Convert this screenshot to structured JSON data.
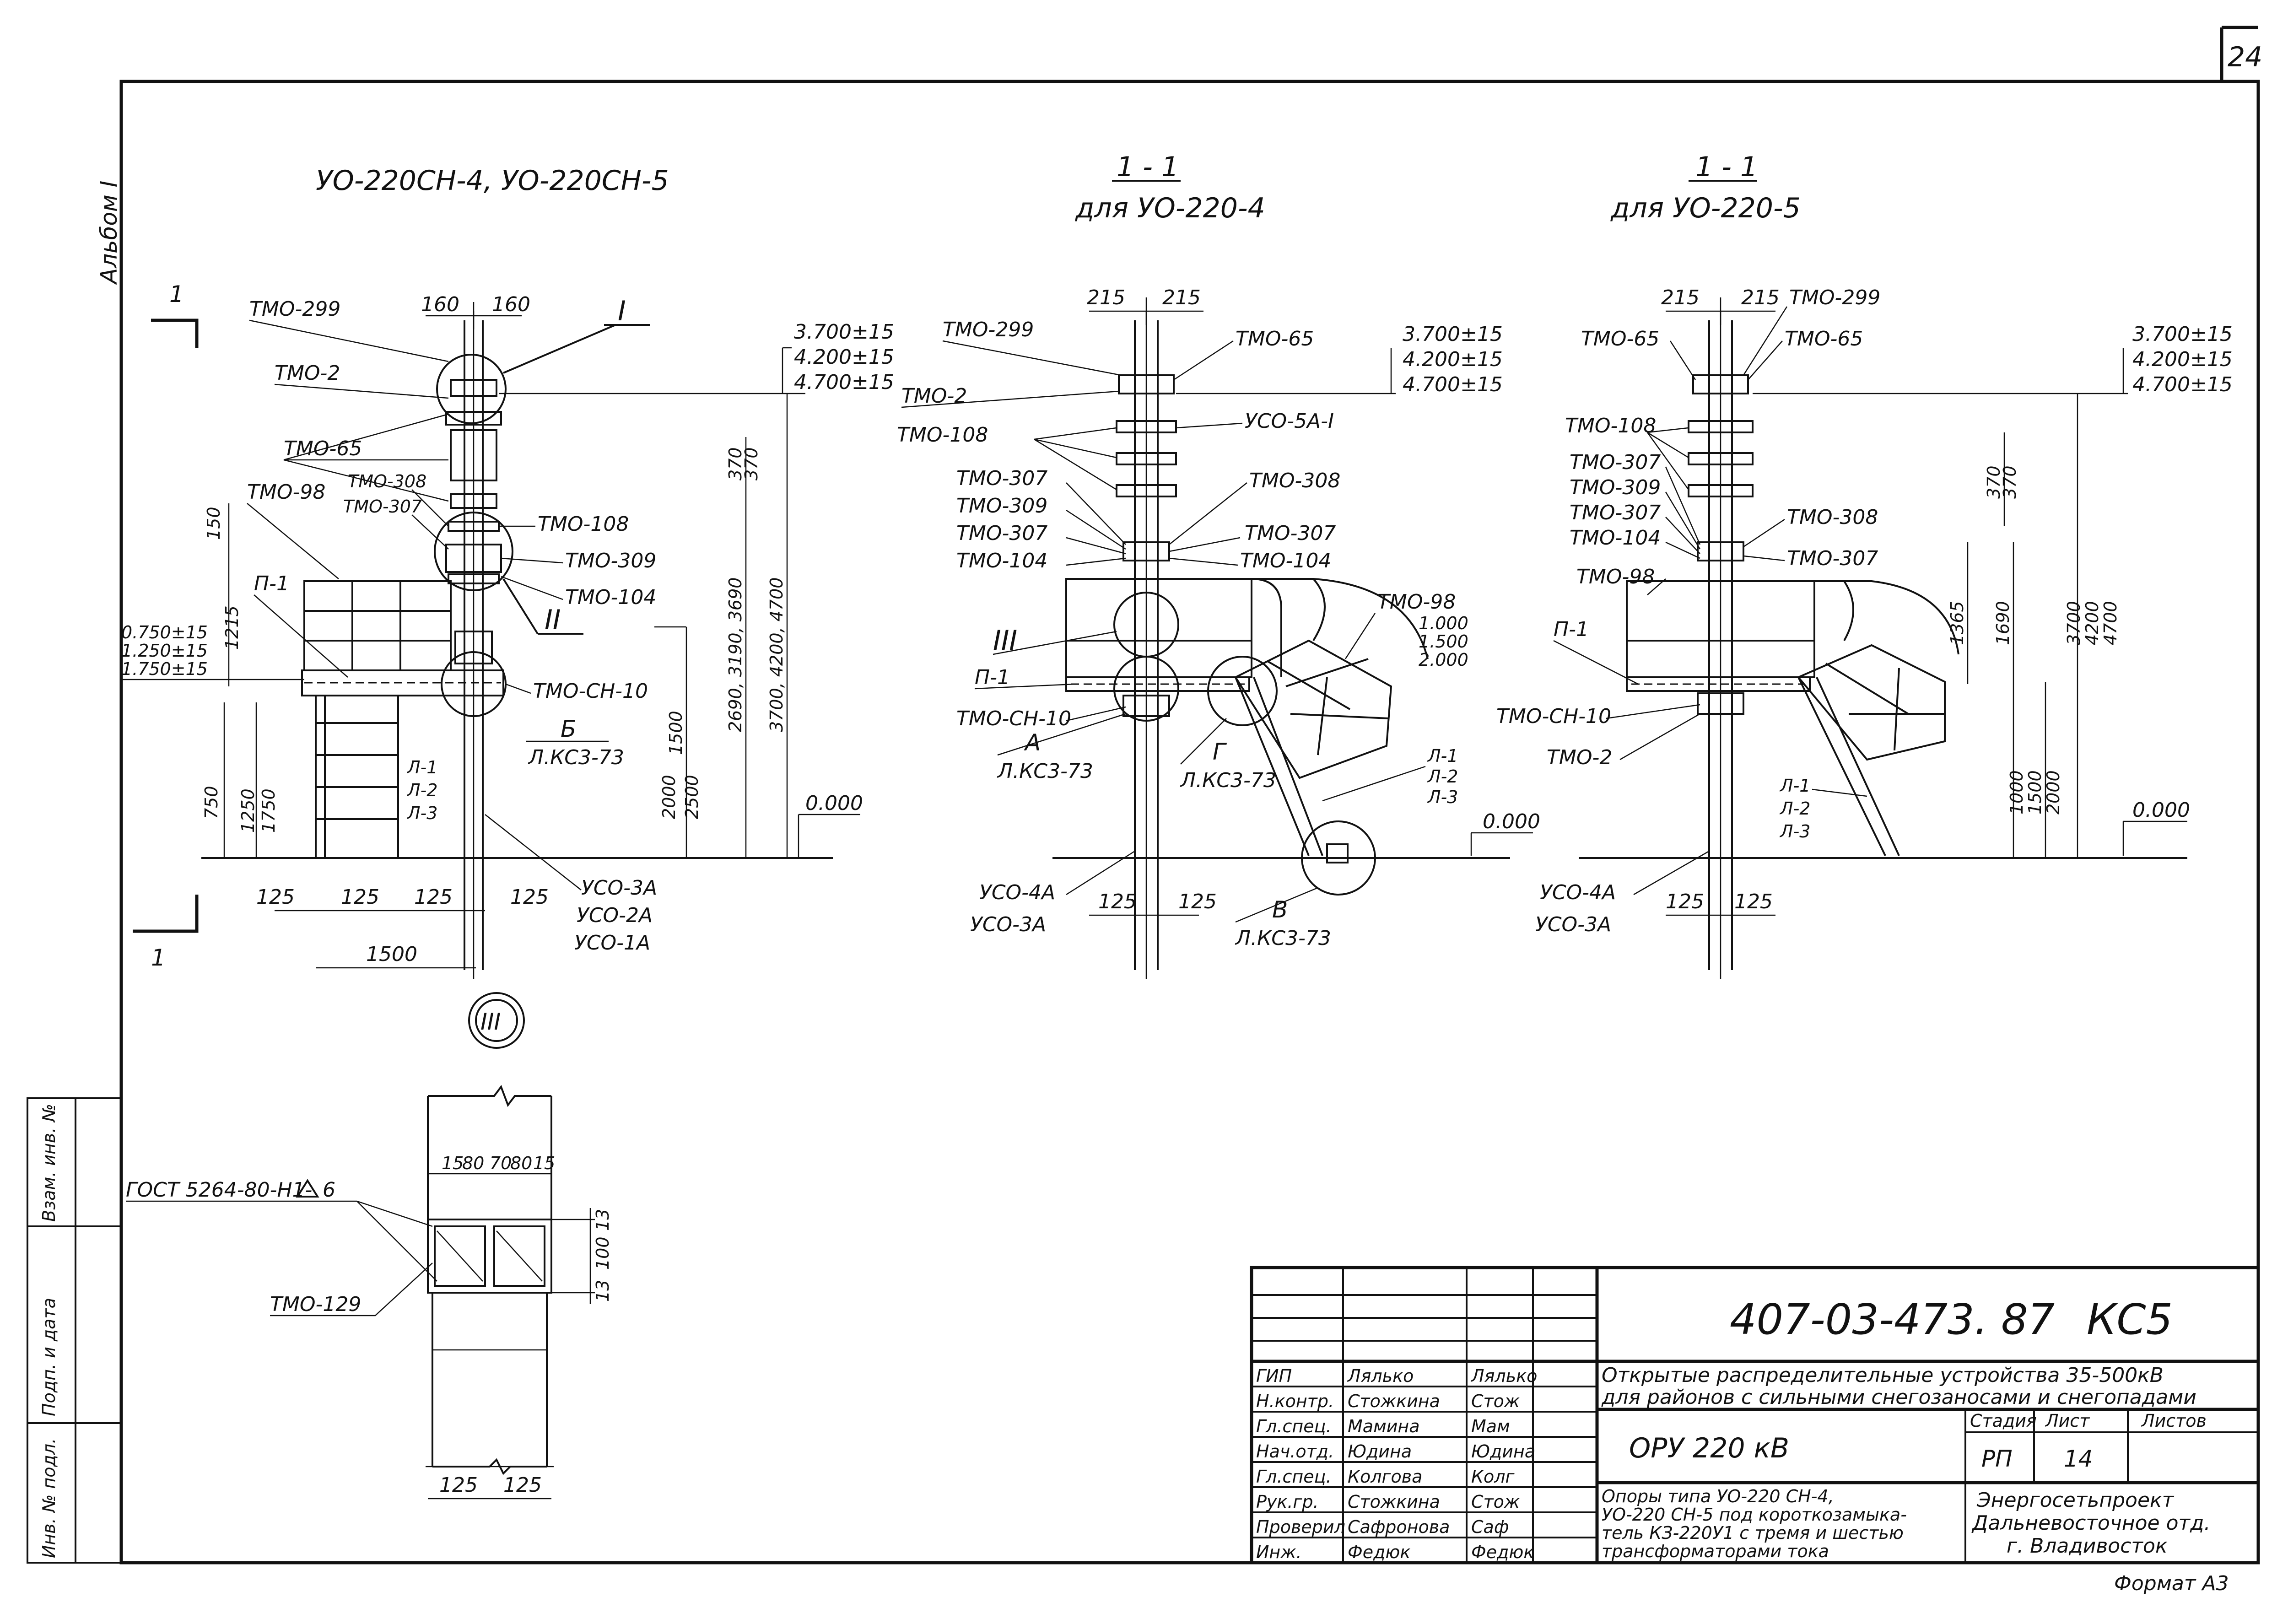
{
  "sheet_number": "24",
  "album": "Альбом I",
  "left_strip": {
    "inv_podl": "Инв. № подл.",
    "podp_data": "Подп. и дата",
    "vzam_inv": "Взам. инв. №"
  },
  "view_main": {
    "title": "УО-220СН-4,   УО-220СН-5",
    "section_mark": "1",
    "detail_I": "I",
    "detail_II": "II",
    "detail_III": "III",
    "labels": {
      "tmo299": "ТМО-299",
      "tmo2": "ТМО-2",
      "tmo65": "ТМО-65",
      "tmo98": "ТМО-98",
      "tmo308": "ТМО-308",
      "tmo307": "ТМО-307",
      "tmo108": "ТМО-108",
      "tmo309": "ТМО-309",
      "tmo104": "ТМО-104",
      "tmocn10": "ТМО-СН-10",
      "p1": "П-1",
      "b": "Б",
      "lkc": "Л.КС3-73",
      "l1": "Л-1",
      "l2": "Л-2",
      "l3": "Л-3",
      "uso3a": "УСО-3А",
      "uso2a": "УСО-2А",
      "uso1a": "УСО-1А"
    },
    "dims": {
      "d160a": "160",
      "d160b": "160",
      "d150": "150",
      "d1215": "1215",
      "d750": "750",
      "d1250": "1250",
      "d1750": "1750",
      "d1500v": "1500",
      "d2000": "2000",
      "d2500": "2500",
      "d370a": "370",
      "d370b": "370",
      "d2690": "2690, 3190, 3690",
      "d3700": "3700, 4200, 4700",
      "d125a": "125",
      "d125b": "125",
      "d125c": "125",
      "d125d": "125",
      "d1500": "1500",
      "lv1": "0.750±15",
      "lv2": "1.250±15",
      "lv3": "1.750±15",
      "top1": "3.700±15",
      "top2": "4.200±15",
      "top3": "4.700±15",
      "zero": "0.000"
    }
  },
  "view_sec4": {
    "title_mark": "1 - 1",
    "title_sub": "для УО-220-4",
    "labels": {
      "tmo299": "ТМО-299",
      "tmo65": "ТМО-65",
      "tmo2": "ТМО-2",
      "uso5a": "УСО-5А-I",
      "tmo108": "ТМО-108",
      "tmo307a": "ТМО-307",
      "tmo309": "ТМО-309",
      "tmo307b": "ТМО-307",
      "tmo104a": "ТМО-104",
      "tmo308": "ТМО-308",
      "tmo307c": "ТМО-307",
      "tmo104b": "ТМО-104",
      "tmo98": "ТМО-98",
      "iii": "III",
      "p1": "П-1",
      "tmocn10": "ТМО-СН-10",
      "a": "А",
      "lkc_a": "Л.КС3-73",
      "g": "Г",
      "lkc_g": "Л.КС3-73",
      "l1": "Л-1",
      "l2": "Л-2",
      "l3": "Л-3",
      "v": "В",
      "lkc_v": "Л.КС3-73",
      "uso4a": "УСО-4А",
      "uso3a": "УСО-3А"
    },
    "dims": {
      "d215a": "215",
      "d215b": "215",
      "top1": "3.700±15",
      "top2": "4.200±15",
      "top3": "4.700±15",
      "lv1": "1.000",
      "lv2": "1.500",
      "lv3": "2.000",
      "zero": "0.000",
      "d125a": "125",
      "d125b": "125"
    }
  },
  "view_sec5": {
    "title_mark": "1 - 1",
    "title_sub": "для УО-220-5",
    "labels": {
      "tmo299": "ТМО-299",
      "tmo65a": "ТМО-65",
      "tmo65b": "ТМО-65",
      "tmo108": "ТМО-108",
      "tmo307a": "ТМО-307",
      "tmo309": "ТМО-309",
      "tmo307b": "ТМО-307",
      "tmo104": "ТМО-104",
      "tmo308": "ТМО-308",
      "tmo307c": "ТМО-307",
      "tmo98": "ТМО-98",
      "p1": "П-1",
      "tmocn10": "ТМО-СН-10",
      "tmo2": "ТМО-2",
      "l1": "Л-1",
      "l2": "Л-2",
      "l3": "Л-3",
      "uso4a": "УСО-4А",
      "uso3a": "УСО-3А"
    },
    "dims": {
      "d215a": "215",
      "d215b": "215",
      "top1": "3.700±15",
      "top2": "4.200±15",
      "top3": "4.700±15",
      "d370a": "370",
      "d370b": "370",
      "d1365": "1365",
      "d1690": "1690",
      "d3700": "3700",
      "d4200": "4200",
      "d4700": "4700",
      "d1000": "1000",
      "d1500": "1500",
      "d2000": "2000",
      "zero": "0.000",
      "d125a": "125",
      "d125b": "125"
    }
  },
  "view_detail": {
    "gost": "ГОСТ 5264-80-Н1-",
    "gost_weld": "6",
    "tmo129": "ТМО-129",
    "d15a": "15",
    "d80a": "80",
    "d70": "70",
    "d80b": "80",
    "d15b": "15",
    "d13a": "13",
    "d100": "100",
    "d13b": "13",
    "d125a": "125",
    "d125b": "125"
  },
  "title_block": {
    "code": "407-03-473. 87",
    "sheet_code": "КС5",
    "project_name_1": "Открытые распределительные устройства 35-500кВ",
    "project_name_2": "для районов с сильными снегозаносами и снегопадами",
    "object": "ОРУ 220 кВ",
    "drawing_name_1": "Опоры типа  УО-220 СН-4,",
    "drawing_name_2": "УО-220 СН-5 под короткозамыка-",
    "drawing_name_3": "тель КЗ-220У1 с тремя и шестью",
    "drawing_name_4": "трансформаторами тока",
    "stage_h": "Стадия",
    "sheet_h": "Лист",
    "sheets_h": "Листов",
    "stage": "РП",
    "sheet": "14",
    "sheets": "",
    "org_1": "Энергосетьпроект",
    "org_2": "Дальневосточное отд.",
    "org_3": "г. Владивосток",
    "format": "Формат А3",
    "people": [
      {
        "role": "ГИП",
        "name": "Лялько",
        "sign": "Лялько"
      },
      {
        "role": "Н.контр.",
        "name": "Стожкина",
        "sign": "Стож"
      },
      {
        "role": "Гл.спец.",
        "name": "Мамина",
        "sign": "Мам"
      },
      {
        "role": "Нач.отд.",
        "name": "Юдина",
        "sign": "Юдина"
      },
      {
        "role": "Гл.спец.",
        "name": "Колгова",
        "sign": "Колг"
      },
      {
        "role": "Рук.гр.",
        "name": "Стожкина",
        "sign": "Стож"
      },
      {
        "role": "Проверил",
        "name": "Сафронова",
        "sign": "Саф"
      },
      {
        "role": "Инж.",
        "name": "Федюк",
        "sign": "Федюк"
      }
    ]
  }
}
